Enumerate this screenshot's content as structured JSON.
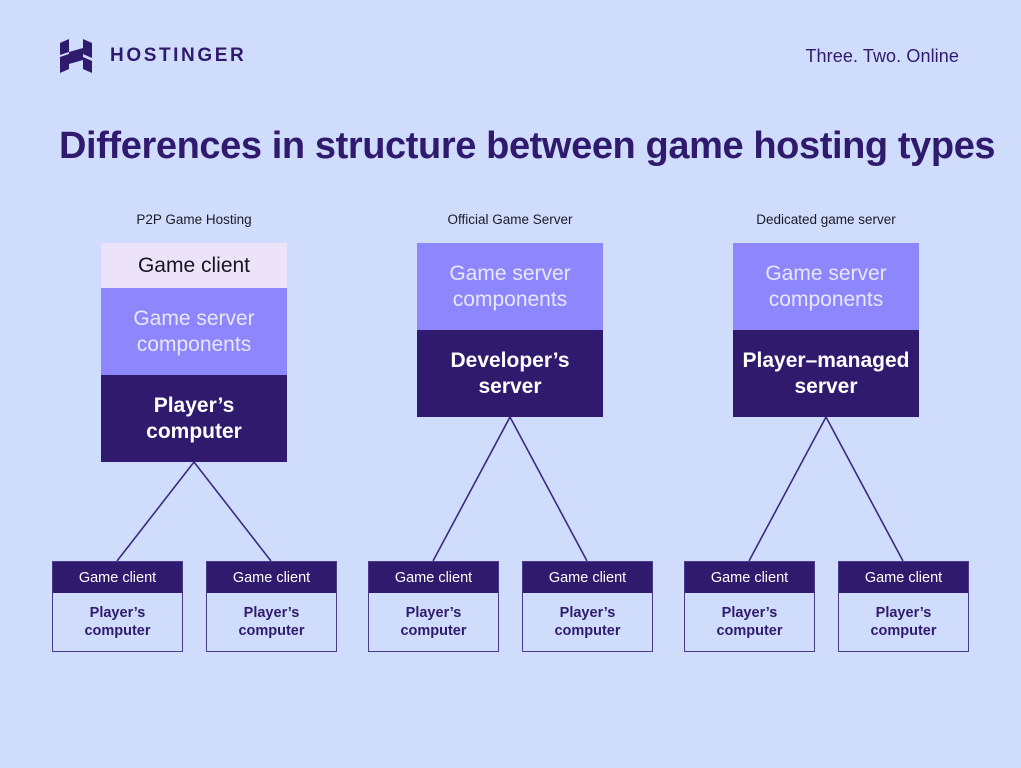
{
  "brand": {
    "logo_icon": "hostinger-h-logo-icon",
    "name": "HOSTINGER",
    "tagline": "Three. Two. Online"
  },
  "title": "Differences in structure between game hosting types",
  "colors": {
    "page_background": "#d0dcfb",
    "dark_purple": "#2f1a6e",
    "mid_purple": "#8e86fc",
    "light_lavender": "#ece3fb",
    "border_purple": "#4a3b8f"
  },
  "columns": [
    {
      "label": "P2P Game Hosting",
      "stack": [
        {
          "text": "Game client",
          "style": "client"
        },
        {
          "text": "Game server\ncomponents",
          "style": "components"
        },
        {
          "text": "Player’s\ncomputer",
          "style": "dark"
        }
      ],
      "children": [
        {
          "head": "Game client",
          "body": "Player’s\ncomputer"
        },
        {
          "head": "Game client",
          "body": "Player’s\ncomputer"
        }
      ]
    },
    {
      "label": "Official Game Server",
      "stack": [
        {
          "text": "Game server\ncomponents",
          "style": "components"
        },
        {
          "text": "Developer’s\nserver",
          "style": "dark"
        }
      ],
      "children": [
        {
          "head": "Game client",
          "body": "Player’s\ncomputer"
        },
        {
          "head": "Game client",
          "body": "Player’s\ncomputer"
        }
      ]
    },
    {
      "label": "Dedicated game server",
      "stack": [
        {
          "text": "Game server\ncomponents",
          "style": "components"
        },
        {
          "text": "Player–managed\nserver",
          "style": "dark"
        }
      ],
      "children": [
        {
          "head": "Game client",
          "body": "Player’s\ncomputer"
        },
        {
          "head": "Game client",
          "body": "Player’s\ncomputer"
        }
      ]
    }
  ]
}
